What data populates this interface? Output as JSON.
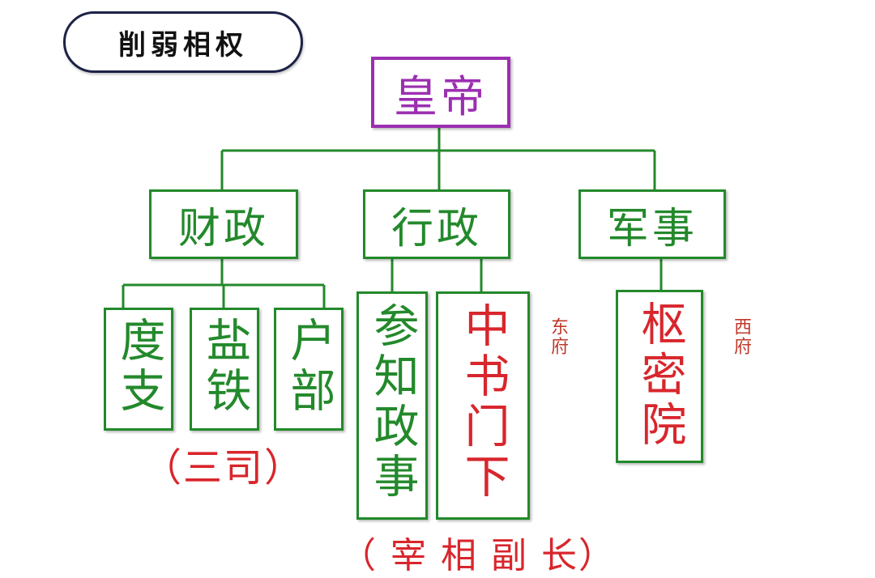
{
  "title": "削弱相权",
  "root": "皇帝",
  "branches": {
    "finance": "财政",
    "admin": "行政",
    "military": "军事"
  },
  "finance_children": [
    "度支",
    "盐铁",
    "户部"
  ],
  "finance_note": "（三司）",
  "admin_children": [
    "参知政事",
    "中书门下"
  ],
  "military_children": [
    "枢密院"
  ],
  "east_tag": "东府",
  "west_tag": "西府",
  "bottom_partial": "（ 宰 相 副 长）",
  "colors": {
    "green": "#23892b",
    "purple": "#9b2fb0",
    "red": "#d8262c",
    "navy": "#1d2246"
  }
}
